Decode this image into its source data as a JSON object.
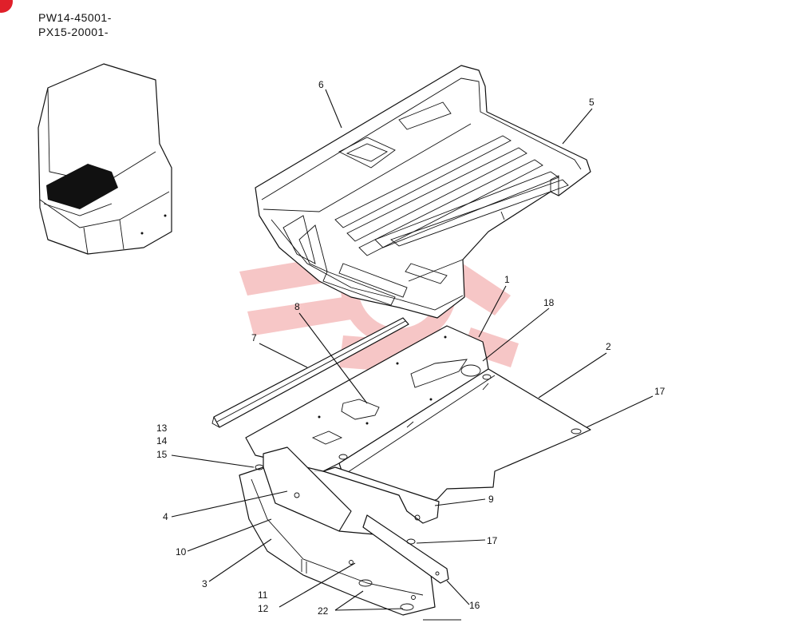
{
  "serials": [
    "PW14-45001-",
    "PX15-20001-"
  ],
  "watermark": "IZHTEX",
  "callouts": [
    {
      "id": "1",
      "label": "1"
    },
    {
      "id": "2",
      "label": "2"
    },
    {
      "id": "3",
      "label": "3"
    },
    {
      "id": "4",
      "label": "4"
    },
    {
      "id": "5",
      "label": "5"
    },
    {
      "id": "6",
      "label": "6"
    },
    {
      "id": "7",
      "label": "7"
    },
    {
      "id": "8",
      "label": "8"
    },
    {
      "id": "9",
      "label": "9"
    },
    {
      "id": "10",
      "label": "10"
    },
    {
      "id": "11",
      "label": "11"
    },
    {
      "id": "12",
      "label": "12"
    },
    {
      "id": "13",
      "label": "13"
    },
    {
      "id": "14",
      "label": "14"
    },
    {
      "id": "15",
      "label": "15"
    },
    {
      "id": "16",
      "label": "16"
    },
    {
      "id": "17a",
      "label": "17"
    },
    {
      "id": "17b",
      "label": "17"
    },
    {
      "id": "18",
      "label": "18"
    },
    {
      "id": "22",
      "label": "22"
    }
  ],
  "colors": {
    "line": "#111111",
    "watermark": "#f4b4b4",
    "badge": "#e0202a"
  }
}
